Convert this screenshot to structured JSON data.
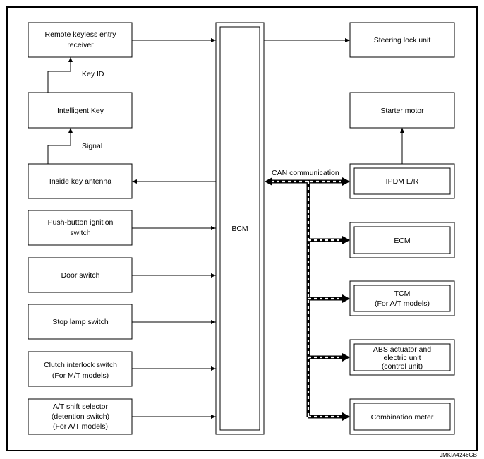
{
  "inputs": {
    "remote_keyless_entry_receiver": [
      "Remote keyless entry",
      "receiver"
    ],
    "intelligent_key": [
      "Intelligent Key"
    ],
    "inside_key_antenna": [
      "Inside key antenna"
    ],
    "push_button_ignition_switch": [
      "Push-button ignition",
      "switch"
    ],
    "door_switch": [
      "Door switch"
    ],
    "stop_lamp_switch": [
      "Stop lamp switch"
    ],
    "clutch_interlock_switch": [
      "Clutch interlock switch",
      "(For M/T models)"
    ],
    "at_shift_selector": [
      "A/T shift selector",
      "(detention switch)",
      "(For A/T models)"
    ]
  },
  "signals": {
    "key_id": "Key ID",
    "signal": "Signal"
  },
  "bcm": "BCM",
  "can_label": "CAN communication",
  "outputs": {
    "steering_lock_unit": [
      "Steering lock unit"
    ],
    "starter_motor": [
      "Starter motor"
    ],
    "ipdm_er": [
      "IPDM E/R"
    ],
    "ecm": [
      "ECM"
    ],
    "tcm": [
      "TCM",
      "(For A/T models)"
    ],
    "abs_actuator": [
      "ABS actuator and",
      "electric unit",
      "(control unit)"
    ],
    "combination_meter": [
      "Combination meter"
    ]
  },
  "figure_id": "JMKIA4246GB"
}
